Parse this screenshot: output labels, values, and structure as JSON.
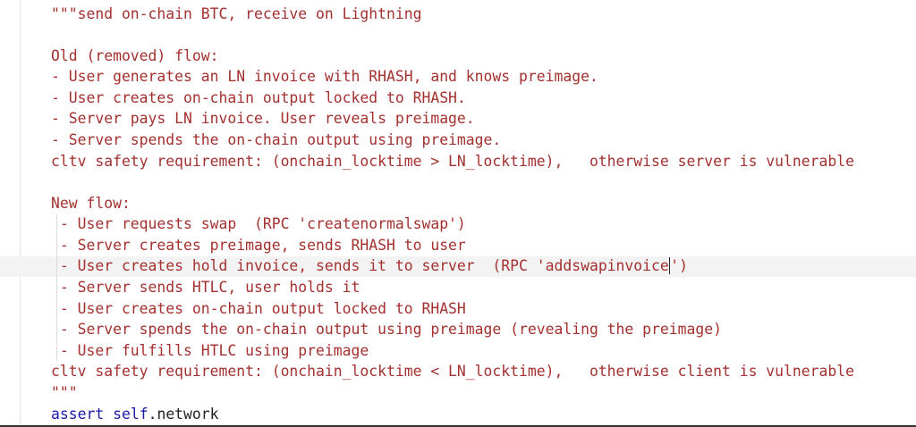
{
  "code": {
    "docstring_lines": [
      "\"\"\"send on-chain BTC, receive on Lightning",
      "",
      "Old (removed) flow:",
      "- User generates an LN invoice with RHASH, and knows preimage.",
      "- User creates on-chain output locked to RHASH.",
      "- Server pays LN invoice. User reveals preimage.",
      "- Server spends the on-chain output using preimage.",
      "cltv safety requirement: (onchain_locktime > LN_locktime),   otherwise server is vulnerable",
      "",
      "New flow:",
      " - User requests swap  (RPC 'createnormalswap')",
      " - Server creates preimage, sends RHASH to user",
      " - User creates hold invoice, sends it to server  (RPC 'addswapinvoice|')",
      " - Server sends HTLC, user holds it",
      " - User creates on-chain output locked to RHASH",
      " - Server spends the on-chain output using preimage (revealing the preimage)",
      " - User fulfills HTLC using preimage",
      "cltv safety requirement: (onchain_locktime < LN_locktime),   otherwise client is vulnerable",
      "\"\"\""
    ],
    "cursor_line": {
      "before": " - User creates hold invoice, sends it to server  (RPC 'addswapinvoice",
      "after": "')"
    },
    "assert_line": {
      "keyword": "assert",
      "self": "self",
      "attr": ".network"
    }
  },
  "colors": {
    "string": "#a3312f",
    "keyword": "#1a1aa6",
    "current_line_bg": "#f3f3f3"
  }
}
